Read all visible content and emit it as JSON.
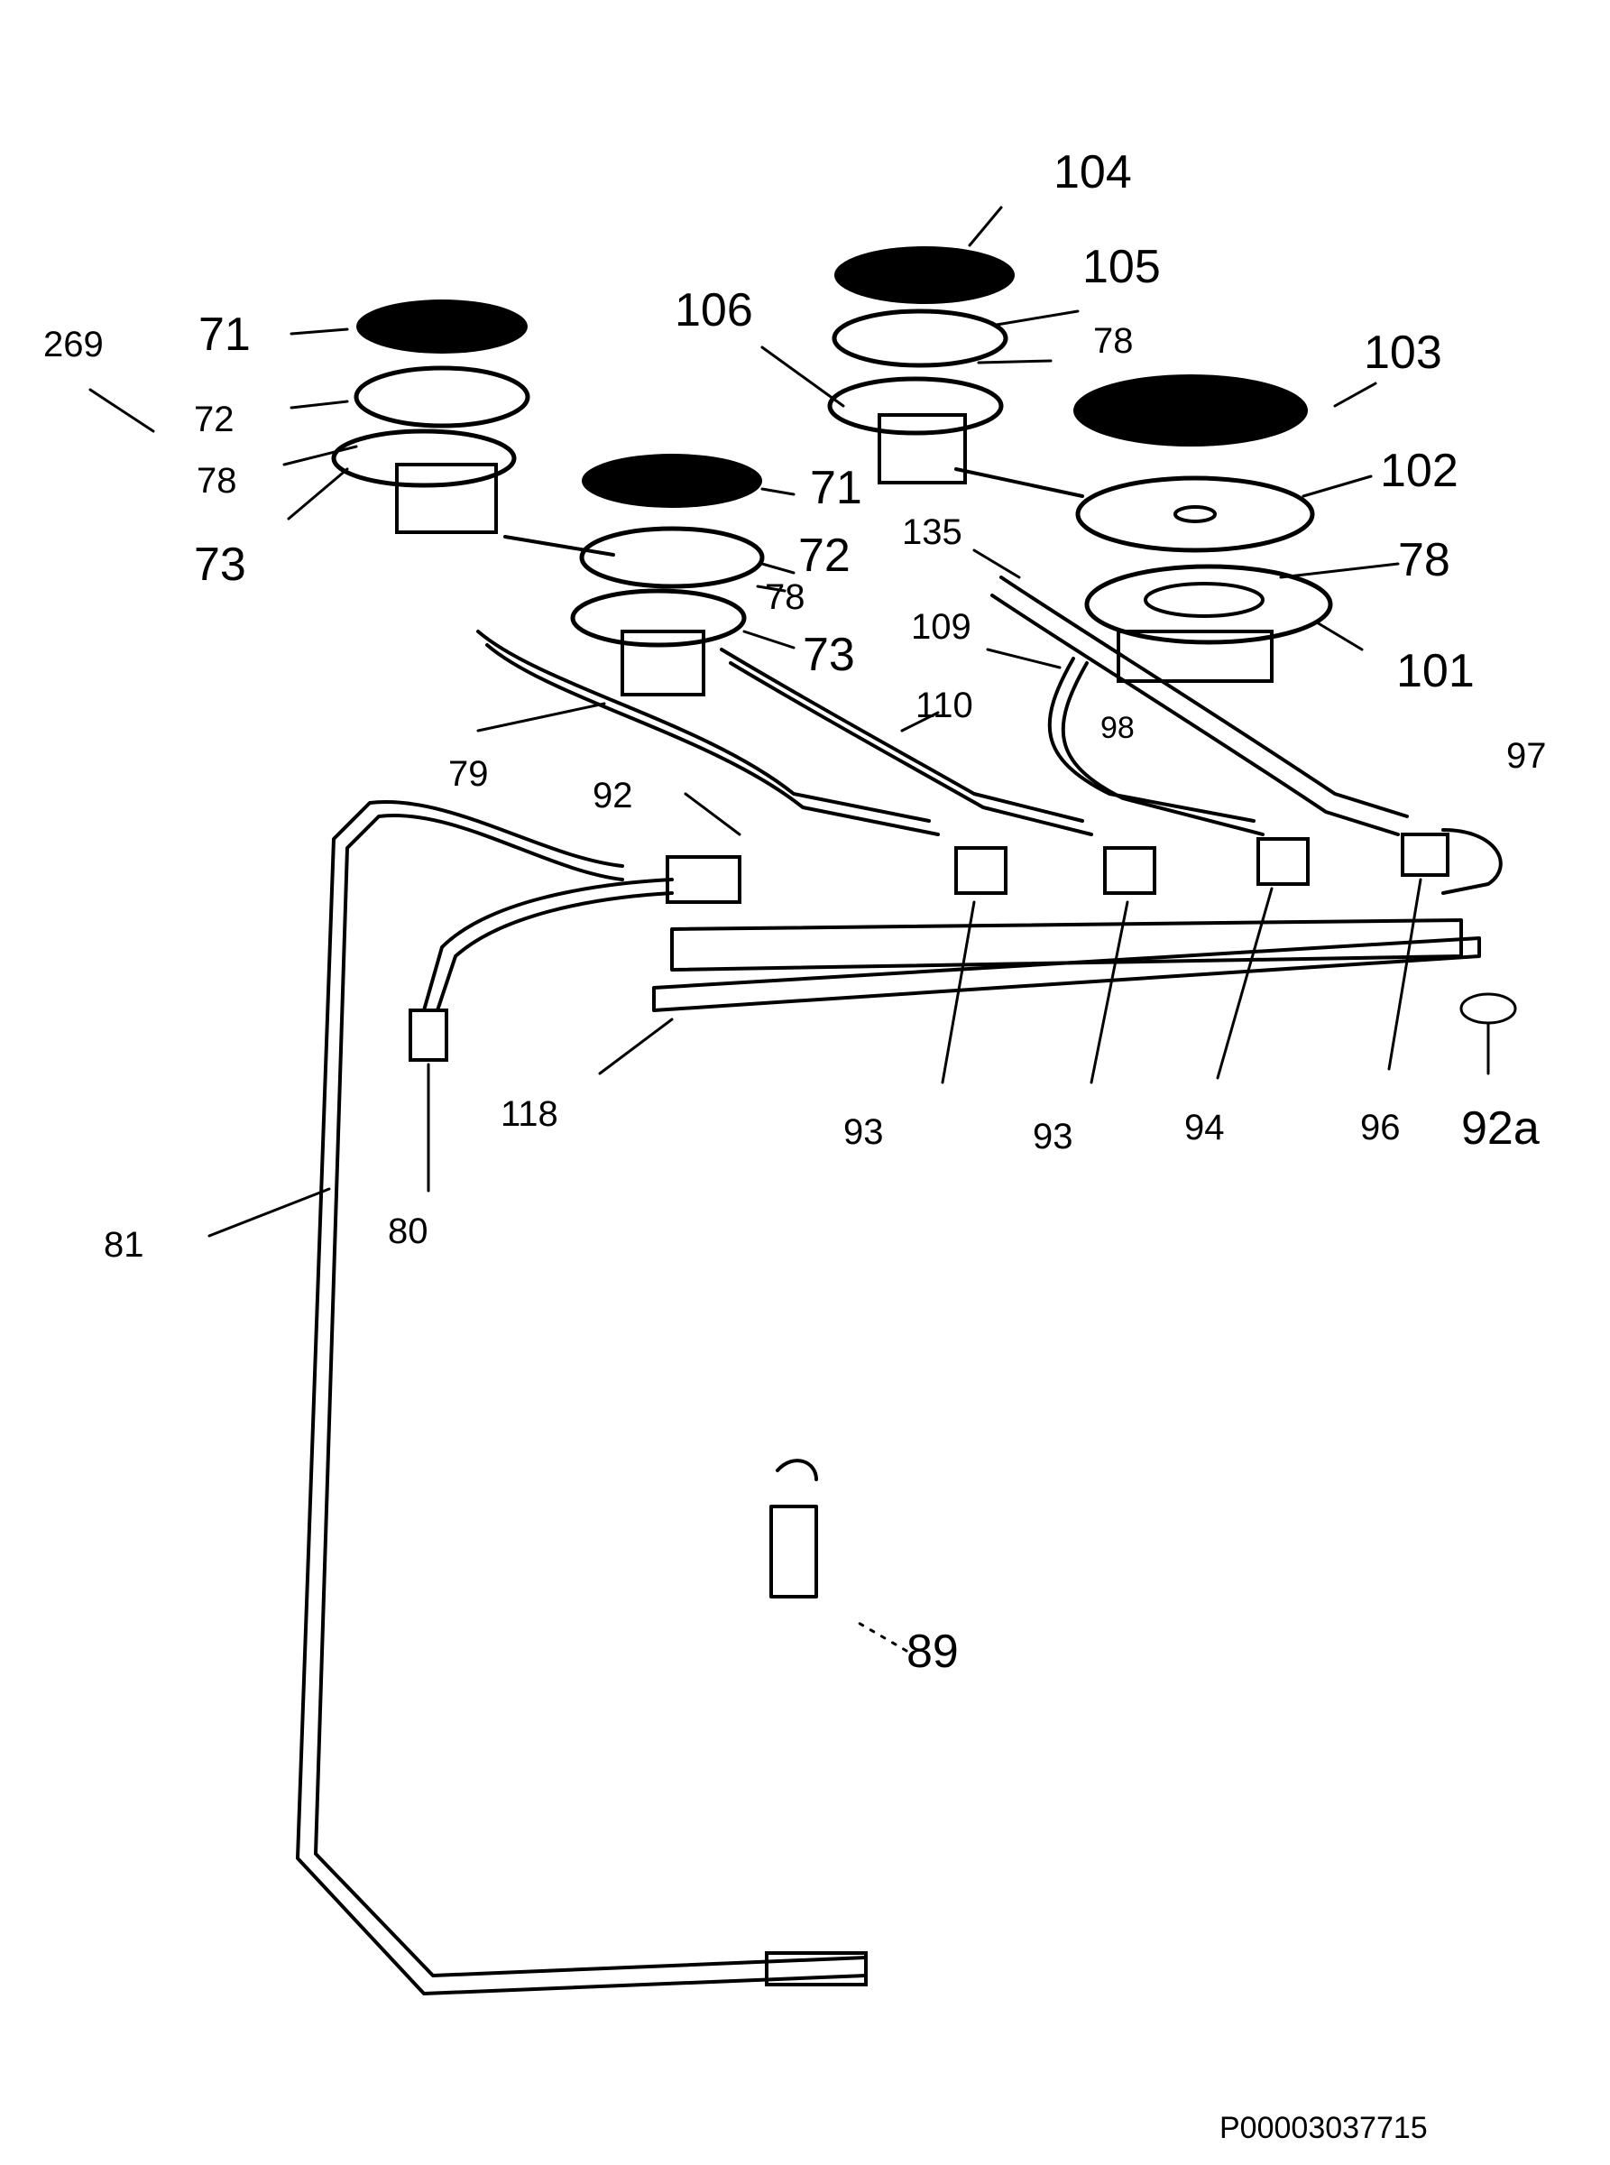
{
  "labels": {
    "l104": "104",
    "l105": "105",
    "l106": "106",
    "l103": "103",
    "l102": "102",
    "l101": "101",
    "l78a": "78",
    "l78b": "78",
    "l78c": "78",
    "l78d": "78",
    "l71a": "71",
    "l71b": "71",
    "l72a": "72",
    "l72b": "72",
    "l73a": "73",
    "l73b": "73",
    "l269": "269",
    "l135": "135",
    "l109": "109",
    "l110": "110",
    "l98": "98",
    "l97": "97",
    "l79": "79",
    "l92": "92",
    "l118": "118",
    "l93a": "93",
    "l93b": "93",
    "l94": "94",
    "l96": "96",
    "l92a": "92a",
    "l81": "81",
    "l80": "80",
    "l89": "89"
  },
  "footer_code": "P00003037715"
}
